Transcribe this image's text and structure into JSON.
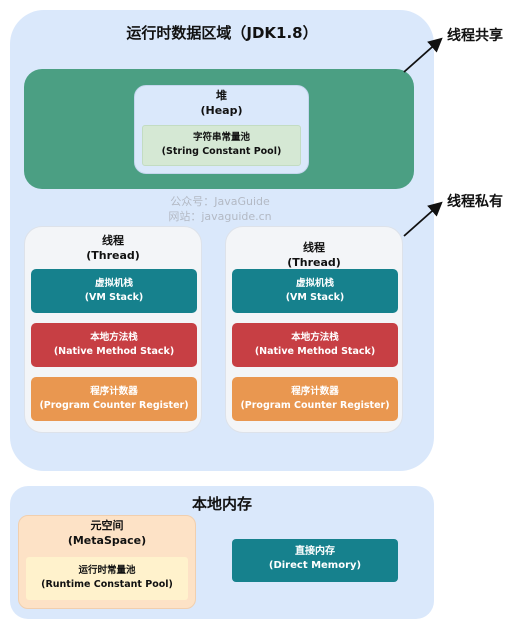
{
  "runtime_area": {
    "title": "运行时数据区域（JDK1.8）"
  },
  "heap": {
    "name": "堆",
    "name_en": "(Heap)"
  },
  "string_constant_pool": {
    "name": "字符串常量池",
    "name_en": "(String Constant Pool)"
  },
  "watermark": {
    "line1": "公众号：JavaGuide",
    "line2": "网站：javaguide.cn"
  },
  "threads": [
    {
      "name": "线程",
      "name_en": "(Thread)",
      "vm_stack": {
        "name": "虚拟机栈",
        "name_en": "(VM Stack)"
      },
      "native_stack": {
        "name": "本地方法栈",
        "name_en": "(Native Method Stack)"
      },
      "pc_register": {
        "name": "程序计数器",
        "name_en": "(Program Counter Register)"
      }
    },
    {
      "name": "线程",
      "name_en": "(Thread)",
      "vm_stack": {
        "name": "虚拟机栈",
        "name_en": "(VM Stack)"
      },
      "native_stack": {
        "name": "本地方法栈",
        "name_en": "(Native Method Stack)"
      },
      "pc_register": {
        "name": "程序计数器",
        "name_en": "(Program Counter Register)"
      }
    }
  ],
  "labels": {
    "thread_shared": "线程共享",
    "thread_private": "线程私有"
  },
  "native_memory": {
    "title": "本地内存"
  },
  "metaspace": {
    "name": "元空间",
    "name_en": "(MetaSpace)"
  },
  "runtime_constant_pool": {
    "name": "运行时常量池",
    "name_en": "(Runtime Constant Pool)"
  },
  "direct_memory": {
    "name": "直接内存",
    "name_en": "(Direct Memory)"
  },
  "colors": {
    "area_bg": "#dae8fb",
    "shared_bg": "#4b9f83",
    "thread_bg": "#f3f5f8",
    "vm_stack": "#16818d",
    "native_stack": "#c73f44",
    "pc_register": "#e99750",
    "metaspace": "#fde2c6",
    "runtime_constant_pool": "#fff2cc",
    "string_constant_pool": "#d5e8d4",
    "direct_memory": "#16818d"
  }
}
